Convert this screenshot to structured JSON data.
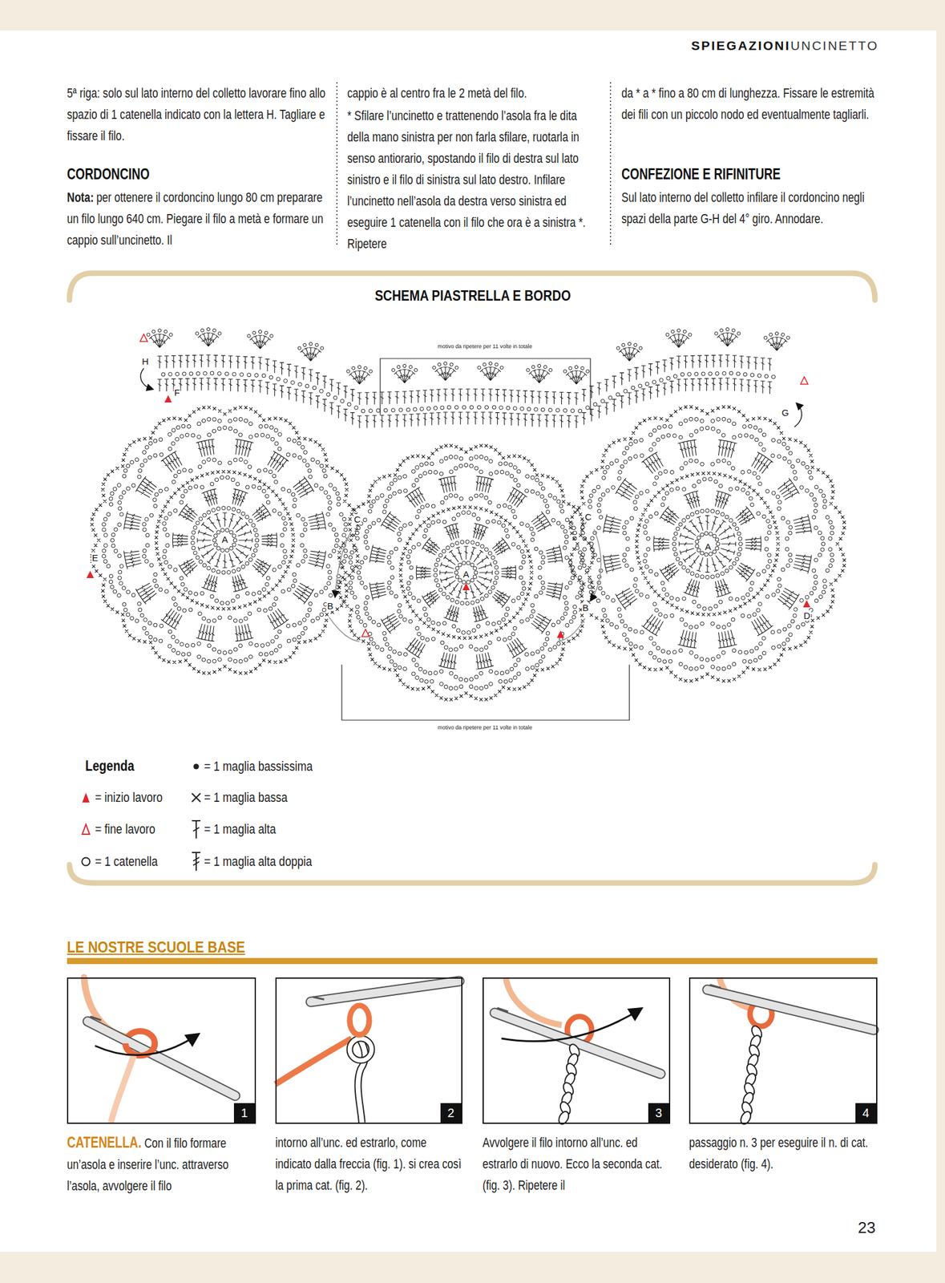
{
  "diagram": {
    "title": "SCHEMA PIASTRELLA E BORDO",
    "nodes": [
      {
        "text": [
          "1"
        ]
      },
      {
        "text": [
          "2"
        ]
      },
      {
        "text": [
          "3"
        ]
      },
      {
        "text": [
          "4"
        ]
      }
    ],
    "labels": [
      "SPIEGAZIONI",
      "UNCINETTO",
      "5ª riga: solo sul lato interno del colletto lavorare fino allo spazio di 1 catenella indicato con la lettera H. Tagliare e fissare il filo.",
      "CORDONCINO",
      "Nota:",
      "per ottenere il cordoncino lungo 80 cm preparare un filo lungo 640 cm. Piegare il filo a metà e formare un cappio sull’uncinetto. Il",
      "cappio è al centro fra le 2 metà del filo.",
      "* Sfilare l’uncinetto e trattenendo l’asola fra le dita della mano sinistra per non farla sfilare, ruotarla in senso antiorario, spostando il filo di destra sul lato sinistro e il filo di sinistra sul lato destro. Infilare l’uncinetto nell’asola da destra verso sinistra ed eseguire 1 catenella con il filo che ora è a sinistra *. Ripetere",
      "da * a * fino a 80 cm di lunghezza. Fissare le estremità dei fili con un piccolo nodo ed eventualmente tagliarli.",
      "CONFEZIONE E RIFINITURE",
      "Sul lato interno del colletto infilare il cordoncino negli spazi della parte G-H del 4° giro. Annodare.",
      "motivo da ripetere per 11 volte in totale",
      "motivo da ripetere per 11 volte in totale",
      "H",
      "F",
      "A",
      "A",
      "A",
      "C",
      "C",
      "B",
      "B",
      "E",
      "G",
      "D",
      "Legenda",
      "LE NOSTRE SCUOLE BASE",
      "CATENELLA.",
      "Con il filo formare un’asola e inserire l’unc. attraverso l’asola, avvolgere il filo",
      "intorno all’unc. ed estrarlo, come indicato dalla freccia (fig. 1). si crea così la prima cat. (fig. 2).",
      "Avvolgere il filo intorno all’unc. ed estrarlo di nuovo. Ecco la seconda cat. (fig. 3). Ripetere il",
      "passaggio n. 3 per eseguire il n. di cat. desiderato (fig. 4).",
      "23"
    ],
    "legend": [
      {
        "text": "= inizio lavoro"
      },
      {
        "text": "= fine lavoro"
      },
      {
        "text": "= 1 catenella"
      },
      {
        "text": "= 1 maglia bassissima"
      },
      {
        "text": "= 1 maglia bassa"
      },
      {
        "text": "= 1 maglia alta"
      },
      {
        "text": "= 1 maglia alta doppia"
      }
    ]
  }
}
